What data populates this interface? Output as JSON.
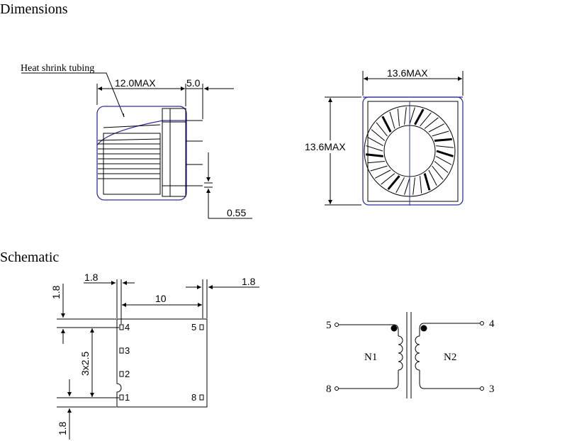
{
  "headings": {
    "dimensions": "Dimensions",
    "schematic": "Schematic"
  },
  "side_view": {
    "callout": "Heat shrink tubing",
    "width": "12.0MAX",
    "pin_spacing": "5.0",
    "pin_diameter": "0.55"
  },
  "top_view": {
    "width": "13.6MAX",
    "height": "13.6MAX"
  },
  "footprint": {
    "top_offset": "1.8",
    "bottom_offset": "1.8",
    "left_offset": "1.8",
    "right_offset": "1.8",
    "pitch": "3x2.5",
    "row_spacing": "10",
    "pins": [
      "4",
      "3",
      "2",
      "1",
      "5",
      "8"
    ]
  },
  "circuit": {
    "winding1": "N1",
    "winding2": "N2",
    "terminals": [
      "5",
      "8",
      "4",
      "3"
    ]
  },
  "colors": {
    "outline": "#2f2fa0",
    "line": "#000000"
  }
}
